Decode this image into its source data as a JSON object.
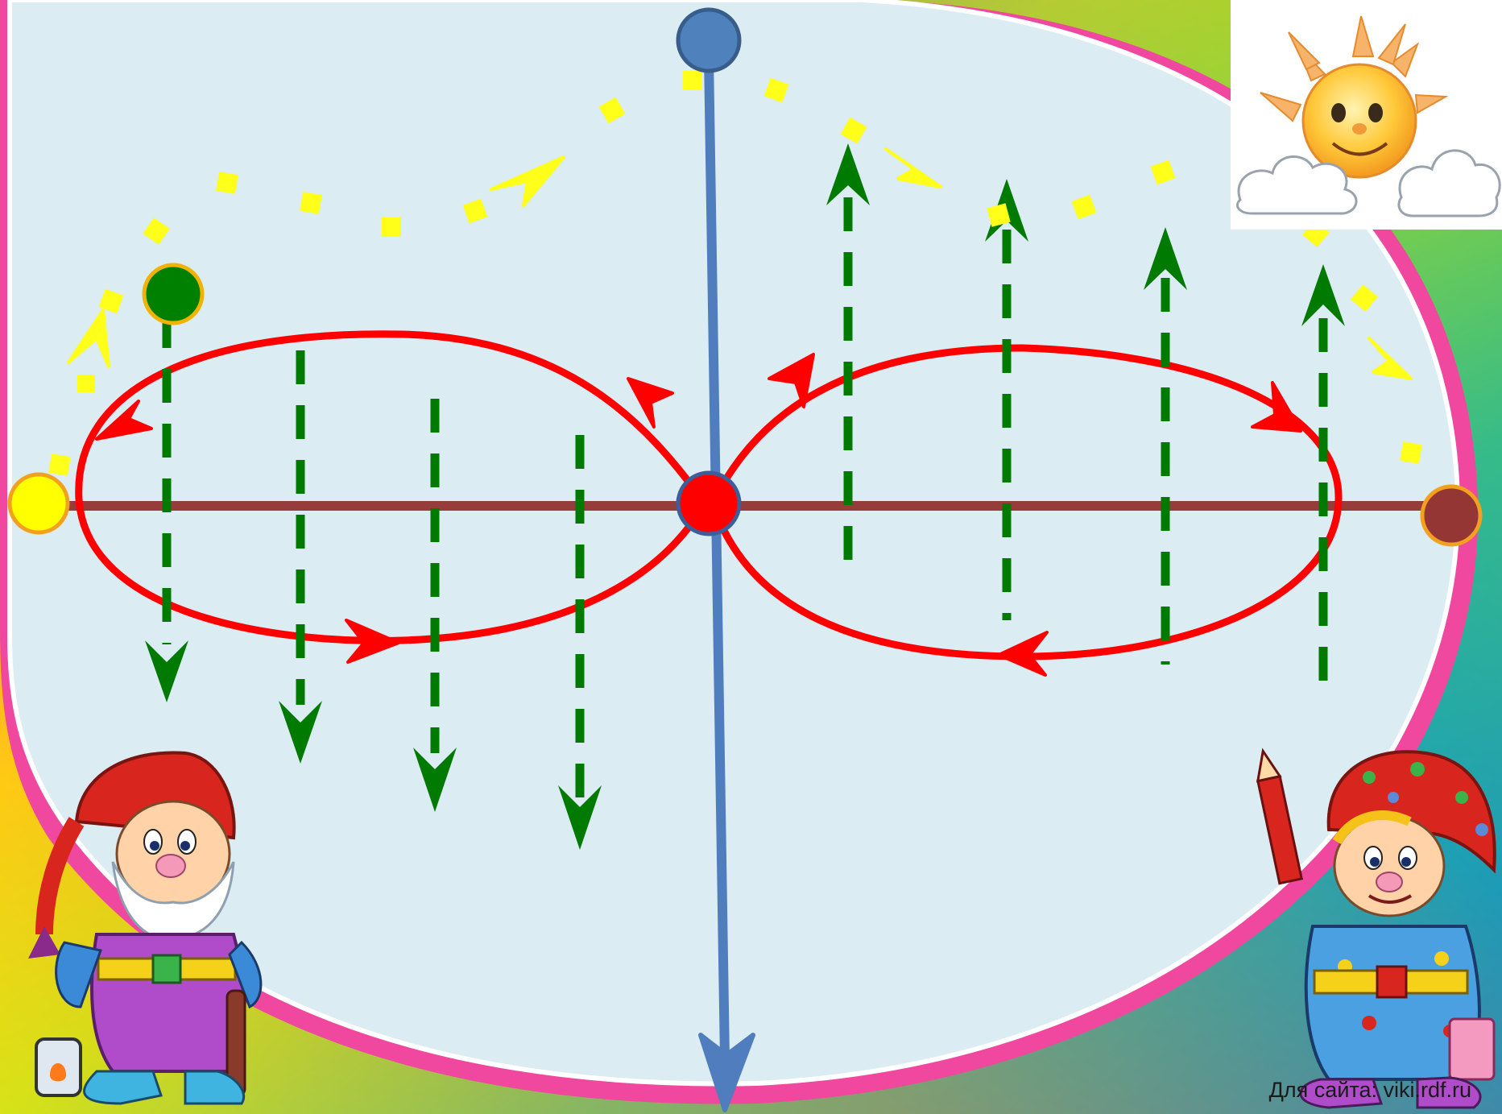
{
  "footer": {
    "site_caption": "Для сайта: viki.rdf.ru"
  },
  "colors": {
    "background_panel": "#dbecf3",
    "frame_pink": "#f0489e",
    "horizontal_axis": "#963c3a",
    "vertical_axis": "#4f7dbe",
    "loop": "#ff0000",
    "guide_arrows": "#007a00",
    "dotted_path": "#ffff1a",
    "point_yellow": "#ffff00",
    "point_green": "#008000",
    "point_blue": "#4f81bd",
    "point_red": "#ff0000",
    "point_brown": "#943634"
  },
  "illustrations": {
    "sun": "sun-with-clouds",
    "left_character": "old-gnome-with-lantern",
    "right_character": "young-gnome-with-pencil"
  }
}
